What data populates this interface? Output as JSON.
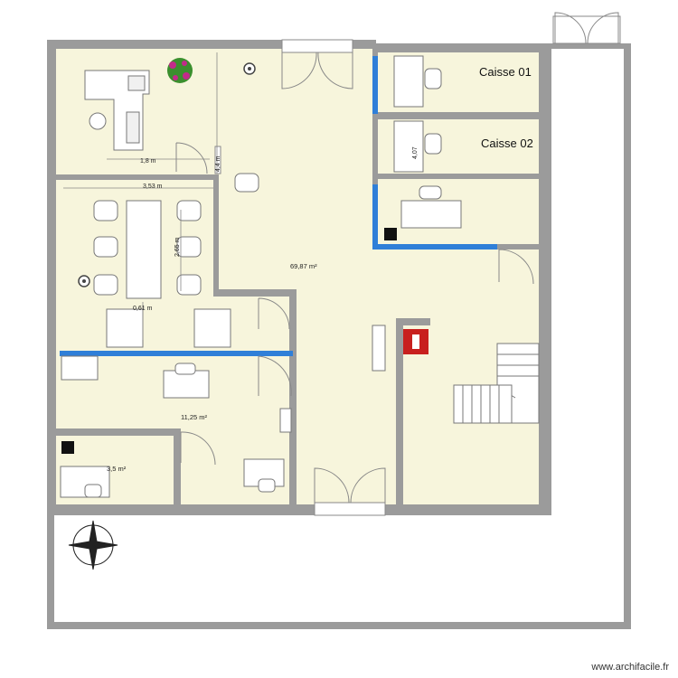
{
  "plan": {
    "room_labels": {
      "caisse_01": "Caisse 01",
      "caisse_02": "Caisse 02"
    },
    "areas": {
      "main_area": "69,87 m²",
      "office_area": "11,25 m²",
      "small_office_area": "3,5 m²"
    },
    "dimensions": {
      "d_1_8": "1,8 m",
      "d_4_4": "4,4 m",
      "d_3_53": "3,53 m",
      "d_2_65": "2,65 m",
      "d_0_61": "0,61 m",
      "d_4_07": "4,07"
    },
    "watermark": "www.archifacile.fr"
  },
  "colors": {
    "wall": "#9b9b9b",
    "floor": "#f7f5dc",
    "window_blue": "#2f7fd8",
    "extinguisher_red": "#c8201e",
    "plant_green": "#3b8f2e",
    "plant_flower": "#c22a8a"
  }
}
